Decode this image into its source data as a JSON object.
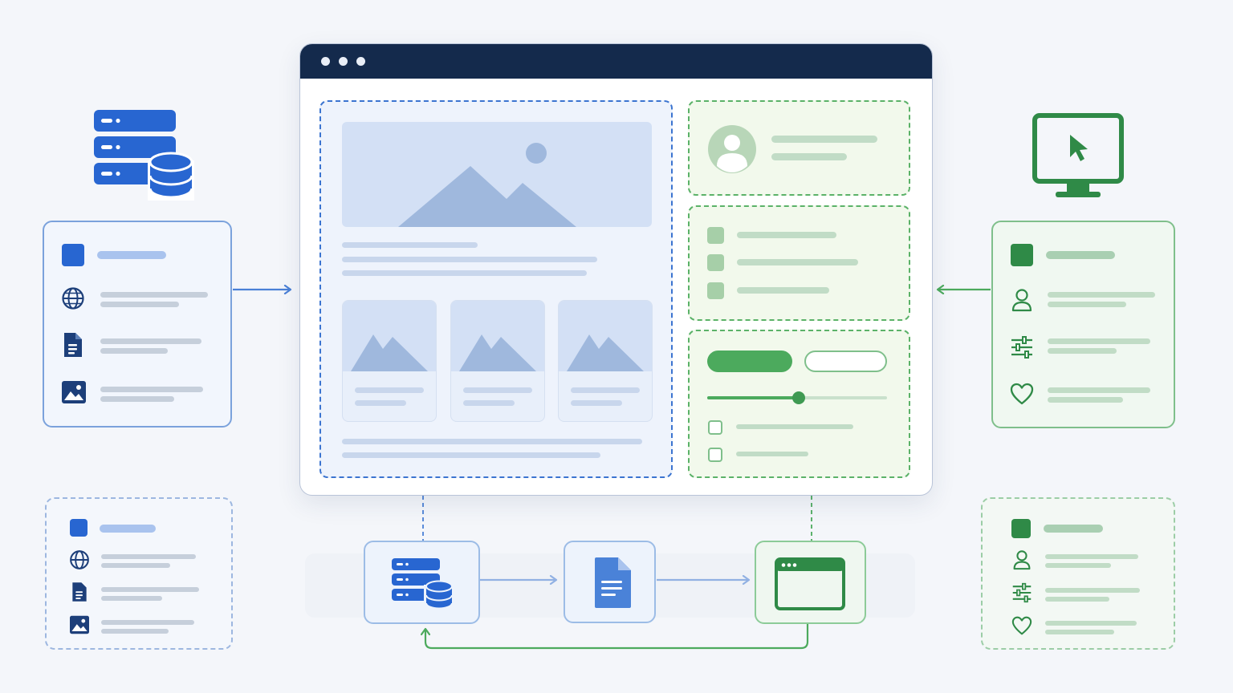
{
  "colors": {
    "background": "#f4f6fa",
    "primary_blue": "#2866d1",
    "navy": "#142a4c",
    "primary_green": "#2f8a47",
    "light_blue_region": "#eef3fc",
    "light_green_region": "#f2f9ec"
  },
  "diagram": {
    "left_top_icon": "server-database-icon",
    "right_top_icon": "monitor-cursor-icon",
    "left_card_icons": [
      "square-icon",
      "globe-icon",
      "document-icon",
      "image-icon"
    ],
    "right_card_icons": [
      "square-icon",
      "user-icon",
      "sliders-icon",
      "heart-icon"
    ],
    "browser_window_controls": 3,
    "content_thumbnails": 3,
    "sidebar_panels": [
      "profile-panel",
      "list-panel",
      "controls-panel"
    ],
    "slider_value": 0.52,
    "pipeline_nodes": [
      "server-database-icon",
      "document-icon",
      "browser-window-icon"
    ]
  }
}
